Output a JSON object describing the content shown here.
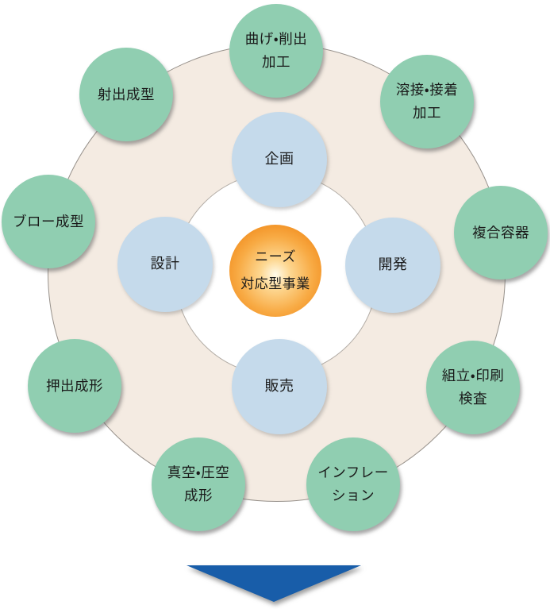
{
  "diagram": {
    "type": "circular-process-diagram",
    "center_circle": {
      "label": "ニーズ\n対応型事業",
      "color": "#f08514"
    },
    "inner_circles": [
      {
        "id": "planning",
        "label": "企画"
      },
      {
        "id": "development",
        "label": "開発"
      },
      {
        "id": "sales",
        "label": "販売"
      },
      {
        "id": "design",
        "label": "設計"
      }
    ],
    "outer_circles": [
      {
        "id": "bending-cutting",
        "label": "曲げ・削出\n加工"
      },
      {
        "id": "welding-bonding",
        "label": "溶接・接着\n加工"
      },
      {
        "id": "composite-containers",
        "label": "複合容器"
      },
      {
        "id": "assembly-print-inspect",
        "label": "組立・印刷\n検査"
      },
      {
        "id": "inflation",
        "label": "インフレー\nション"
      },
      {
        "id": "vacuum-pressure-forming",
        "label": "真空・圧空\n成形"
      },
      {
        "id": "extrusion-molding",
        "label": "押出成形"
      },
      {
        "id": "blow-molding",
        "label": "ブロー成型"
      },
      {
        "id": "injection-molding",
        "label": "射出成型"
      }
    ],
    "arrow": {
      "direction": "down",
      "color": "#185da9"
    },
    "colors": {
      "outer_ring_background": "#f4ebe2",
      "inner_ring_background": "#ffffff",
      "outer_process_circle": "#90ceb1",
      "inner_function_circle": "#c5daeb",
      "center_circle_orange": "#f08514",
      "arrow_blue": "#185da9",
      "text": "#1a1a1a"
    }
  }
}
